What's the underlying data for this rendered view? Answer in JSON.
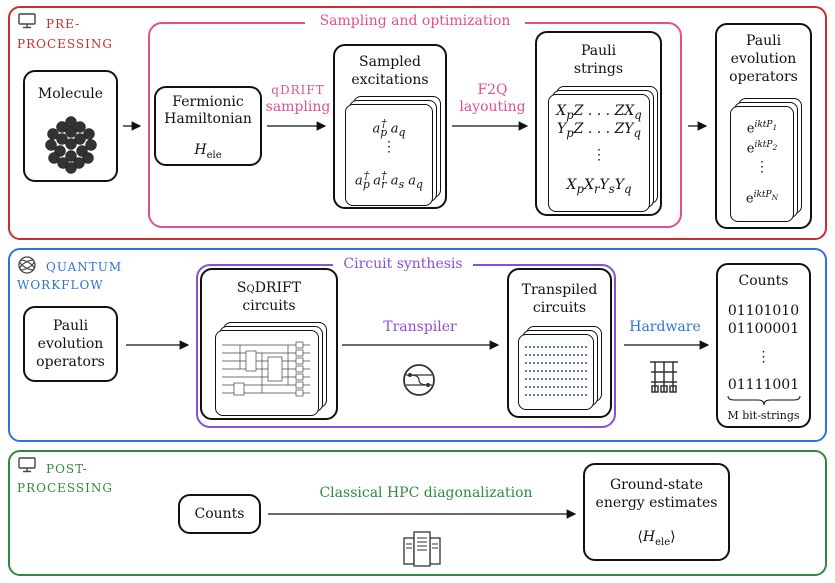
{
  "colors": {
    "pre": "#c62f32",
    "quantum": "#2e74d6",
    "post": "#2e8b3d",
    "sampling": "#e0508f",
    "synthesis": "#8a4fd8",
    "hardware": "#2e74d6"
  },
  "pre": {
    "label_line1": "PRE-",
    "label_line2": "PROCESSING",
    "icon": "monitor-icon",
    "group_title": "Sampling and optimization",
    "molecule": "Molecule",
    "fermionic_line1": "Fermionic",
    "fermionic_line2": "Hamiltonian",
    "fermionic_symbol": "H",
    "fermionic_symbol_sub": "ele",
    "qdrift_line1": "qDRIFT",
    "qdrift_line2": "sampling",
    "sampled_line1": "Sampled",
    "sampled_line2": "excitations",
    "exc1": "a†p aq",
    "exc_dots": "⋮",
    "exc2": "a†p a†r as aq",
    "f2q_line1": "F2Q",
    "f2q_line2": "layouting",
    "pauli_line1": "Pauli",
    "pauli_line2": "strings",
    "ps1": "XpZ . . . ZXq",
    "ps2": "YpZ . . . ZYq",
    "ps_dots": "⋮",
    "ps3": "XpXrYsYq",
    "peo_line1": "Pauli",
    "peo_line2": "evolution",
    "peo_line3": "operators",
    "op1": "e^iktP1",
    "op2": "e^iktP2",
    "op_dots": "⋮",
    "op3": "e^iktPN"
  },
  "quantum": {
    "label_line1": "QUANTUM",
    "label_line2": "WORKFLOW",
    "icon": "atom-icon",
    "group_title": "Circuit synthesis",
    "peo_line1": "Pauli",
    "peo_line2": "evolution",
    "peo_line3": "operators",
    "sq_line1": "SqDRIFT",
    "sq_line2": "circuits",
    "transpiler": "Transpiler",
    "trans_line1": "Transpiled",
    "trans_line2": "circuits",
    "hardware": "Hardware",
    "counts_title": "Counts",
    "count1": "01101010",
    "count2": "01100001",
    "count_dots": "⋮",
    "count3": "01111001",
    "bitstrings": "M bit-strings"
  },
  "post": {
    "label_line1": "POST-",
    "label_line2": "PROCESSING",
    "icon": "monitor-icon",
    "counts": "Counts",
    "hpc": "Classical HPC diagonalization",
    "gs_line1": "Ground-state",
    "gs_line2": "energy estimates",
    "gs_symbol": "⟨Hele⟩"
  }
}
